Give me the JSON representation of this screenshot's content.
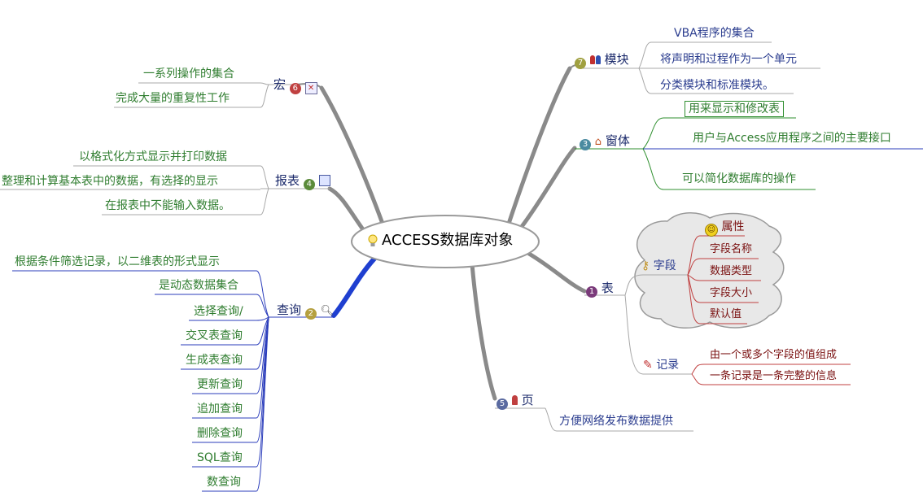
{
  "center": {
    "title": "ACCESS数据库对象"
  },
  "branches": {
    "macro": {
      "label": "宏",
      "num": "6",
      "leaves": [
        "一系列操作的集合",
        "完成大量的重复性工作"
      ]
    },
    "report": {
      "label": "报表",
      "num": "4",
      "leaves": [
        "以格式化方式显示并打印数据",
        "整理和计算基本表中的数据，有选择的显示",
        "在报表中不能输入数据。"
      ]
    },
    "query": {
      "label": "查询",
      "num": "2",
      "leaves": [
        "根据条件筛选记录，以二维表的形式显示",
        "是动态数据集合",
        "选择查询/",
        "交叉表查询",
        "生成表查询",
        "更新查询",
        "追加查询",
        "删除查询",
        "SQL查询",
        "数查询"
      ]
    },
    "module": {
      "label": "模块",
      "num": "7",
      "leaves": [
        "VBA程序的集合",
        "将声明和过程作为一个单元",
        "分类模块和标准模块。"
      ]
    },
    "form": {
      "label": "窗体",
      "num": "3",
      "leaves": [
        "用来显示和修改表",
        "用户与Access应用程序之间的主要接口",
        "可以简化数据库的操作"
      ]
    },
    "table": {
      "label": "表",
      "num": "1",
      "field": {
        "label": "字段",
        "leaves": [
          "属性",
          "字段名称",
          "数据类型",
          "字段大小",
          "默认值"
        ]
      },
      "record": {
        "label": "记录",
        "leaves": [
          "由一个或多个字段的值组成",
          "一条记录是一条完整的信息"
        ]
      }
    },
    "page": {
      "label": "页",
      "num": "5",
      "leaves": [
        "方便网络发布数据提供"
      ]
    }
  },
  "colors": {
    "trunk_gray": "#8a8a8a",
    "trunk_blue": "#1f3fd0",
    "leaf_green": "#2f7d2f",
    "leaf_blue": "#2b3d8f",
    "leaf_red": "#7a1010",
    "cloud_fill": "#e8e8e8"
  }
}
